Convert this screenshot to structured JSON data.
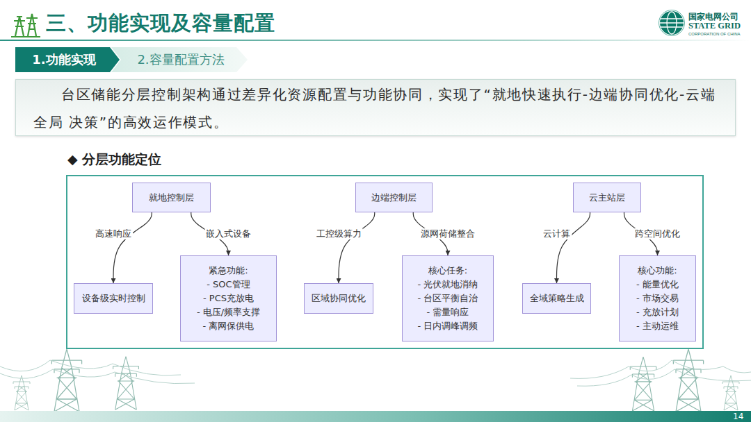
{
  "diagram": {
    "title": "三、功能实现及容量配置",
    "nodes": [
      {
        "text": [
          "1.功能实现"
        ]
      },
      {
        "text": [
          "2.容量配置方法"
        ]
      },
      {
        "text": [
          "台区储能分层控制架构通过差异化资源配置与功能协同，实现了“就地快速执行-边端协同优化-云端全局 决策”的高效运作模式。"
        ]
      },
      {
        "text": [
          "◆ 分层功能定位"
        ]
      },
      {
        "text": [
          "就地控制层"
        ],
        "in": 3
      },
      {
        "text": [
          "边端控制层"
        ],
        "in": 3
      },
      {
        "text": [
          "云主站层"
        ],
        "in": 3
      },
      {
        "text": [
          "设备级实时控制"
        ],
        "in": 3
      },
      {
        "text": [
          "紧急功能:",
          "- SOC管理",
          "- PCS充放电",
          "- 电压/频率支撑",
          "- 离网保供电"
        ],
        "in": 3
      },
      {
        "text": [
          "区域协同优化"
        ],
        "in": 3
      },
      {
        "text": [
          "核心任务:",
          "- 光伏就地消纳",
          "- 台区平衡自治",
          "- 需量响应",
          "- 日内调峰调频"
        ],
        "in": 3
      },
      {
        "text": [
          "全域策略生成"
        ],
        "in": 3
      },
      {
        "text": [
          "核心功能:",
          "- 能量优化",
          "- 市场交易",
          "- 充放计划",
          "- 主动运维"
        ],
        "in": 3
      }
    ],
    "edges": [
      {
        "from": 4,
        "to": 7,
        "label": "高速响应",
        "arrow": "to"
      },
      {
        "from": 4,
        "to": 8,
        "label": "嵌入式设备",
        "arrow": "to"
      },
      {
        "from": 5,
        "to": 9,
        "label": "工控级算力",
        "arrow": "to"
      },
      {
        "from": 5,
        "to": 10,
        "label": "源网荷储整合",
        "arrow": "to"
      },
      {
        "from": 6,
        "to": 11,
        "label": "云计算",
        "arrow": "to"
      },
      {
        "from": 6,
        "to": 12,
        "label": "跨空间优化",
        "arrow": "to"
      }
    ],
    "labels": [
      "国家电网公司",
      "STATE GRID",
      "CORPORATION OF CHINA",
      "14"
    ]
  }
}
